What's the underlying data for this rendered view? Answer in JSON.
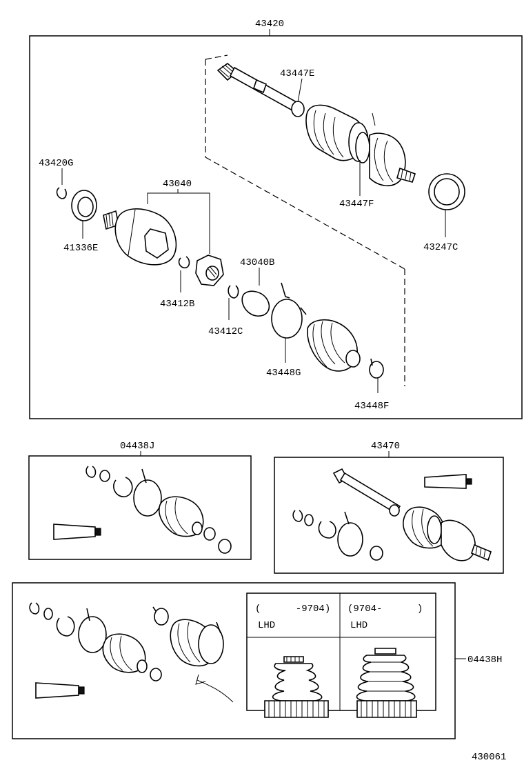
{
  "diagram_id": "430061",
  "main_assembly": {
    "part_no": "43420",
    "callouts": {
      "p43447E": "43447E",
      "p43420G": "43420G",
      "p43040": "43040",
      "p41336E": "41336E",
      "p43247C": "43247C",
      "p43447F": "43447F",
      "p43412B": "43412B",
      "p43040B": "43040B",
      "p43412C": "43412C",
      "p43448G": "43448G",
      "p43448F": "43448F"
    }
  },
  "kit_left": {
    "part_no": "04438J"
  },
  "kit_right": {
    "part_no": "43470"
  },
  "kit_bottom": {
    "part_no": "04438H",
    "table": {
      "col1": {
        "range": "(      -9704)",
        "spec": "LHD"
      },
      "col2": {
        "range": "(9704-      )",
        "spec": "LHD"
      }
    }
  }
}
